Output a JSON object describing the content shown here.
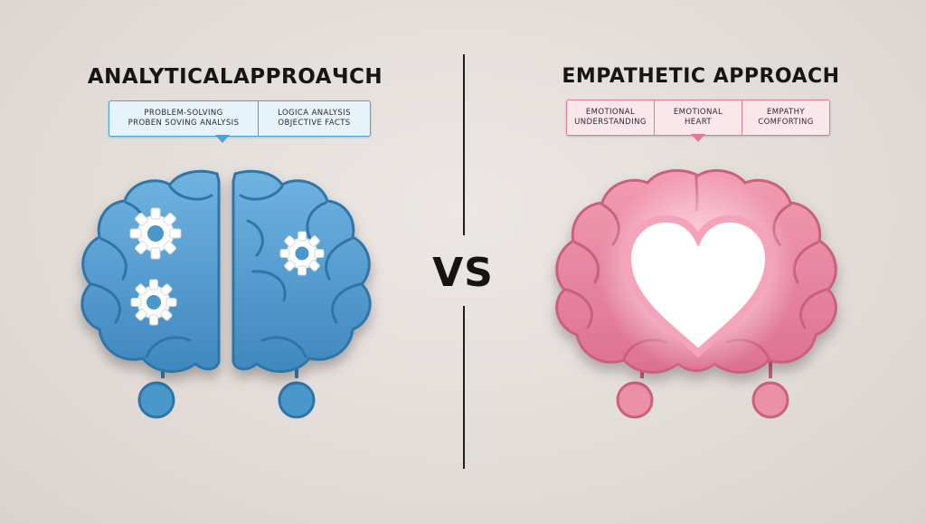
{
  "left": {
    "title": "ANALYTICALAPPROAЧCH",
    "bubble": {
      "cell1_line1": "PROBLEM-SOLVING",
      "cell1_line2": "PROBEN SOVING  ANALYSIS",
      "cell2_line1": "LOGICA  ANALYSIS",
      "cell2_line2": "OBJECTIVE  FACTS"
    },
    "icons": [
      "gear-icon",
      "gear-icon",
      "gear-icon"
    ],
    "colors": {
      "accent": "#4a97cc",
      "accent_dark": "#2f74a8",
      "bubble_bg": "#e6f3fb"
    }
  },
  "right": {
    "title": "EMPATHETIC APPROACH",
    "bubble": {
      "cell1_line1": "EMOTIONAL",
      "cell1_line2": "UNDERSTANDING",
      "cell2_line1": "EMOTIONAL",
      "cell2_line2": "HEART",
      "cell3_line1": "EMPATHY",
      "cell3_line2": "COMFORTING"
    },
    "icons": [
      "heart-icon"
    ],
    "colors": {
      "accent": "#e07b97",
      "accent_dark": "#c9607e",
      "bubble_bg": "#fbe6ec"
    }
  },
  "vs": "VS"
}
